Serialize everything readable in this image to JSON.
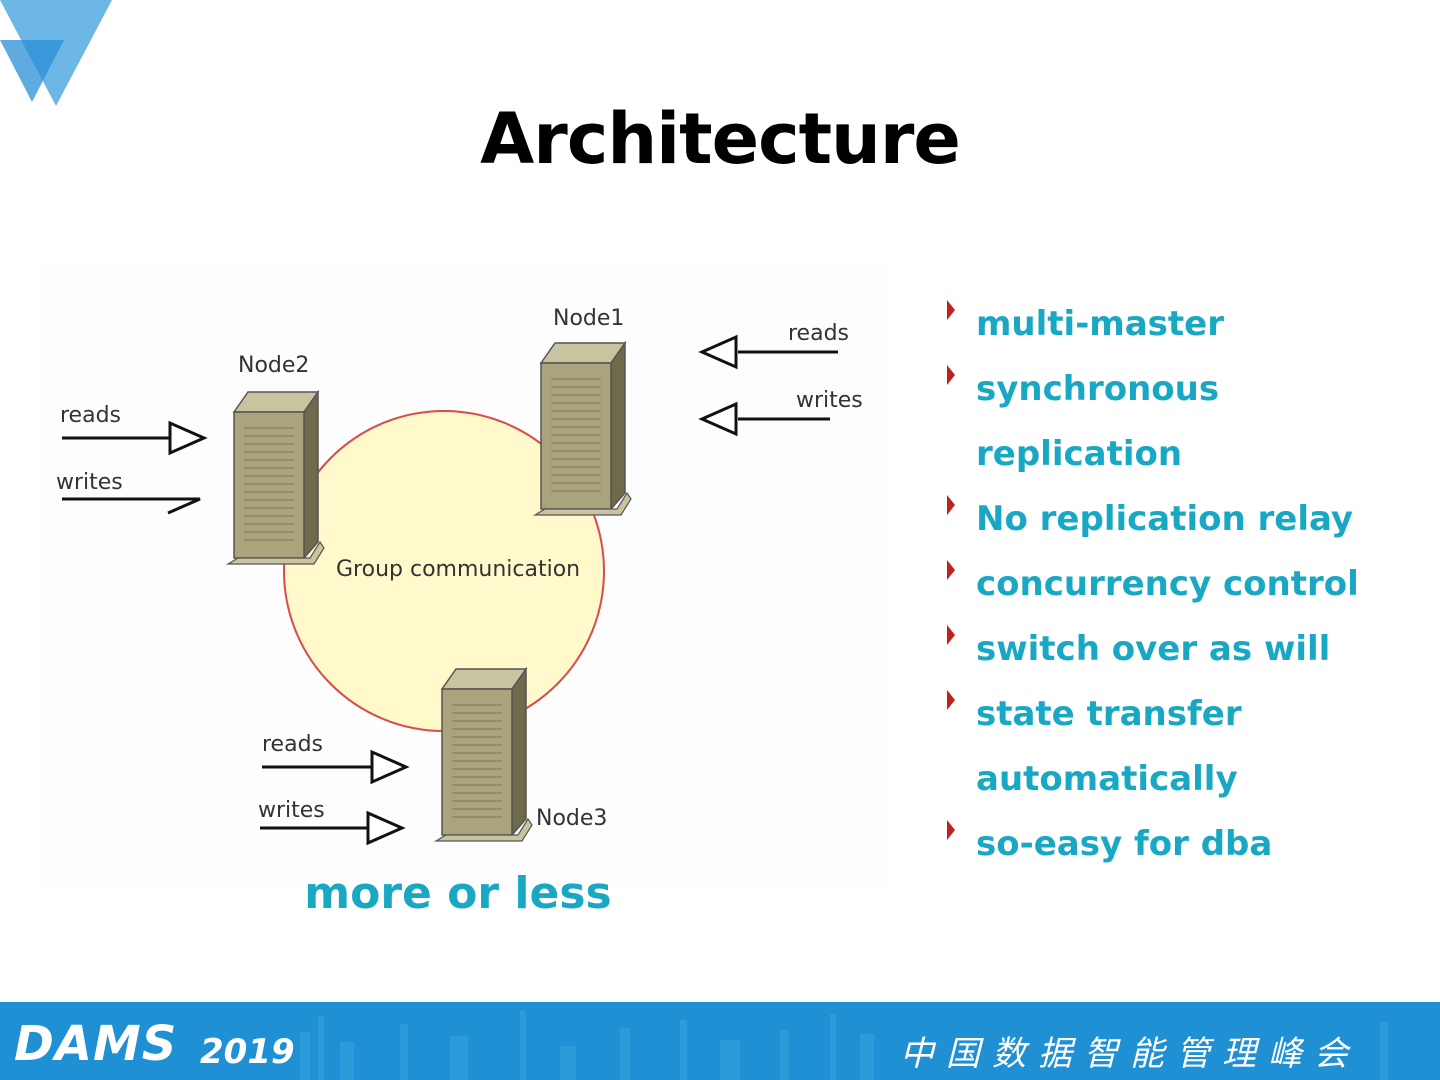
{
  "slide": {
    "title": "Architecture",
    "caption": "more or less"
  },
  "diagram": {
    "nodes": [
      "Node1",
      "Node2",
      "Node3"
    ],
    "center_label": "Group communication",
    "arrows": {
      "node1": [
        "reads",
        "writes"
      ],
      "node2": [
        "reads",
        "writes"
      ],
      "node3": [
        "reads",
        "writes"
      ]
    }
  },
  "bullets": [
    "multi-master",
    "synchronous replication",
    "No replication relay",
    "concurrency control",
    "switch over as will",
    "state transfer automatically",
    "so-easy for dba"
  ],
  "footer": {
    "logo": "DAMS",
    "year": "2019",
    "slogan": "中国数据智能管理峰会"
  },
  "colors": {
    "accent": "#19a8c4",
    "bullet_marker": "#c0211f",
    "footer_bg": "#1f90d4",
    "circle_fill": "#fff9cc",
    "circle_stroke": "#d94b4b"
  }
}
